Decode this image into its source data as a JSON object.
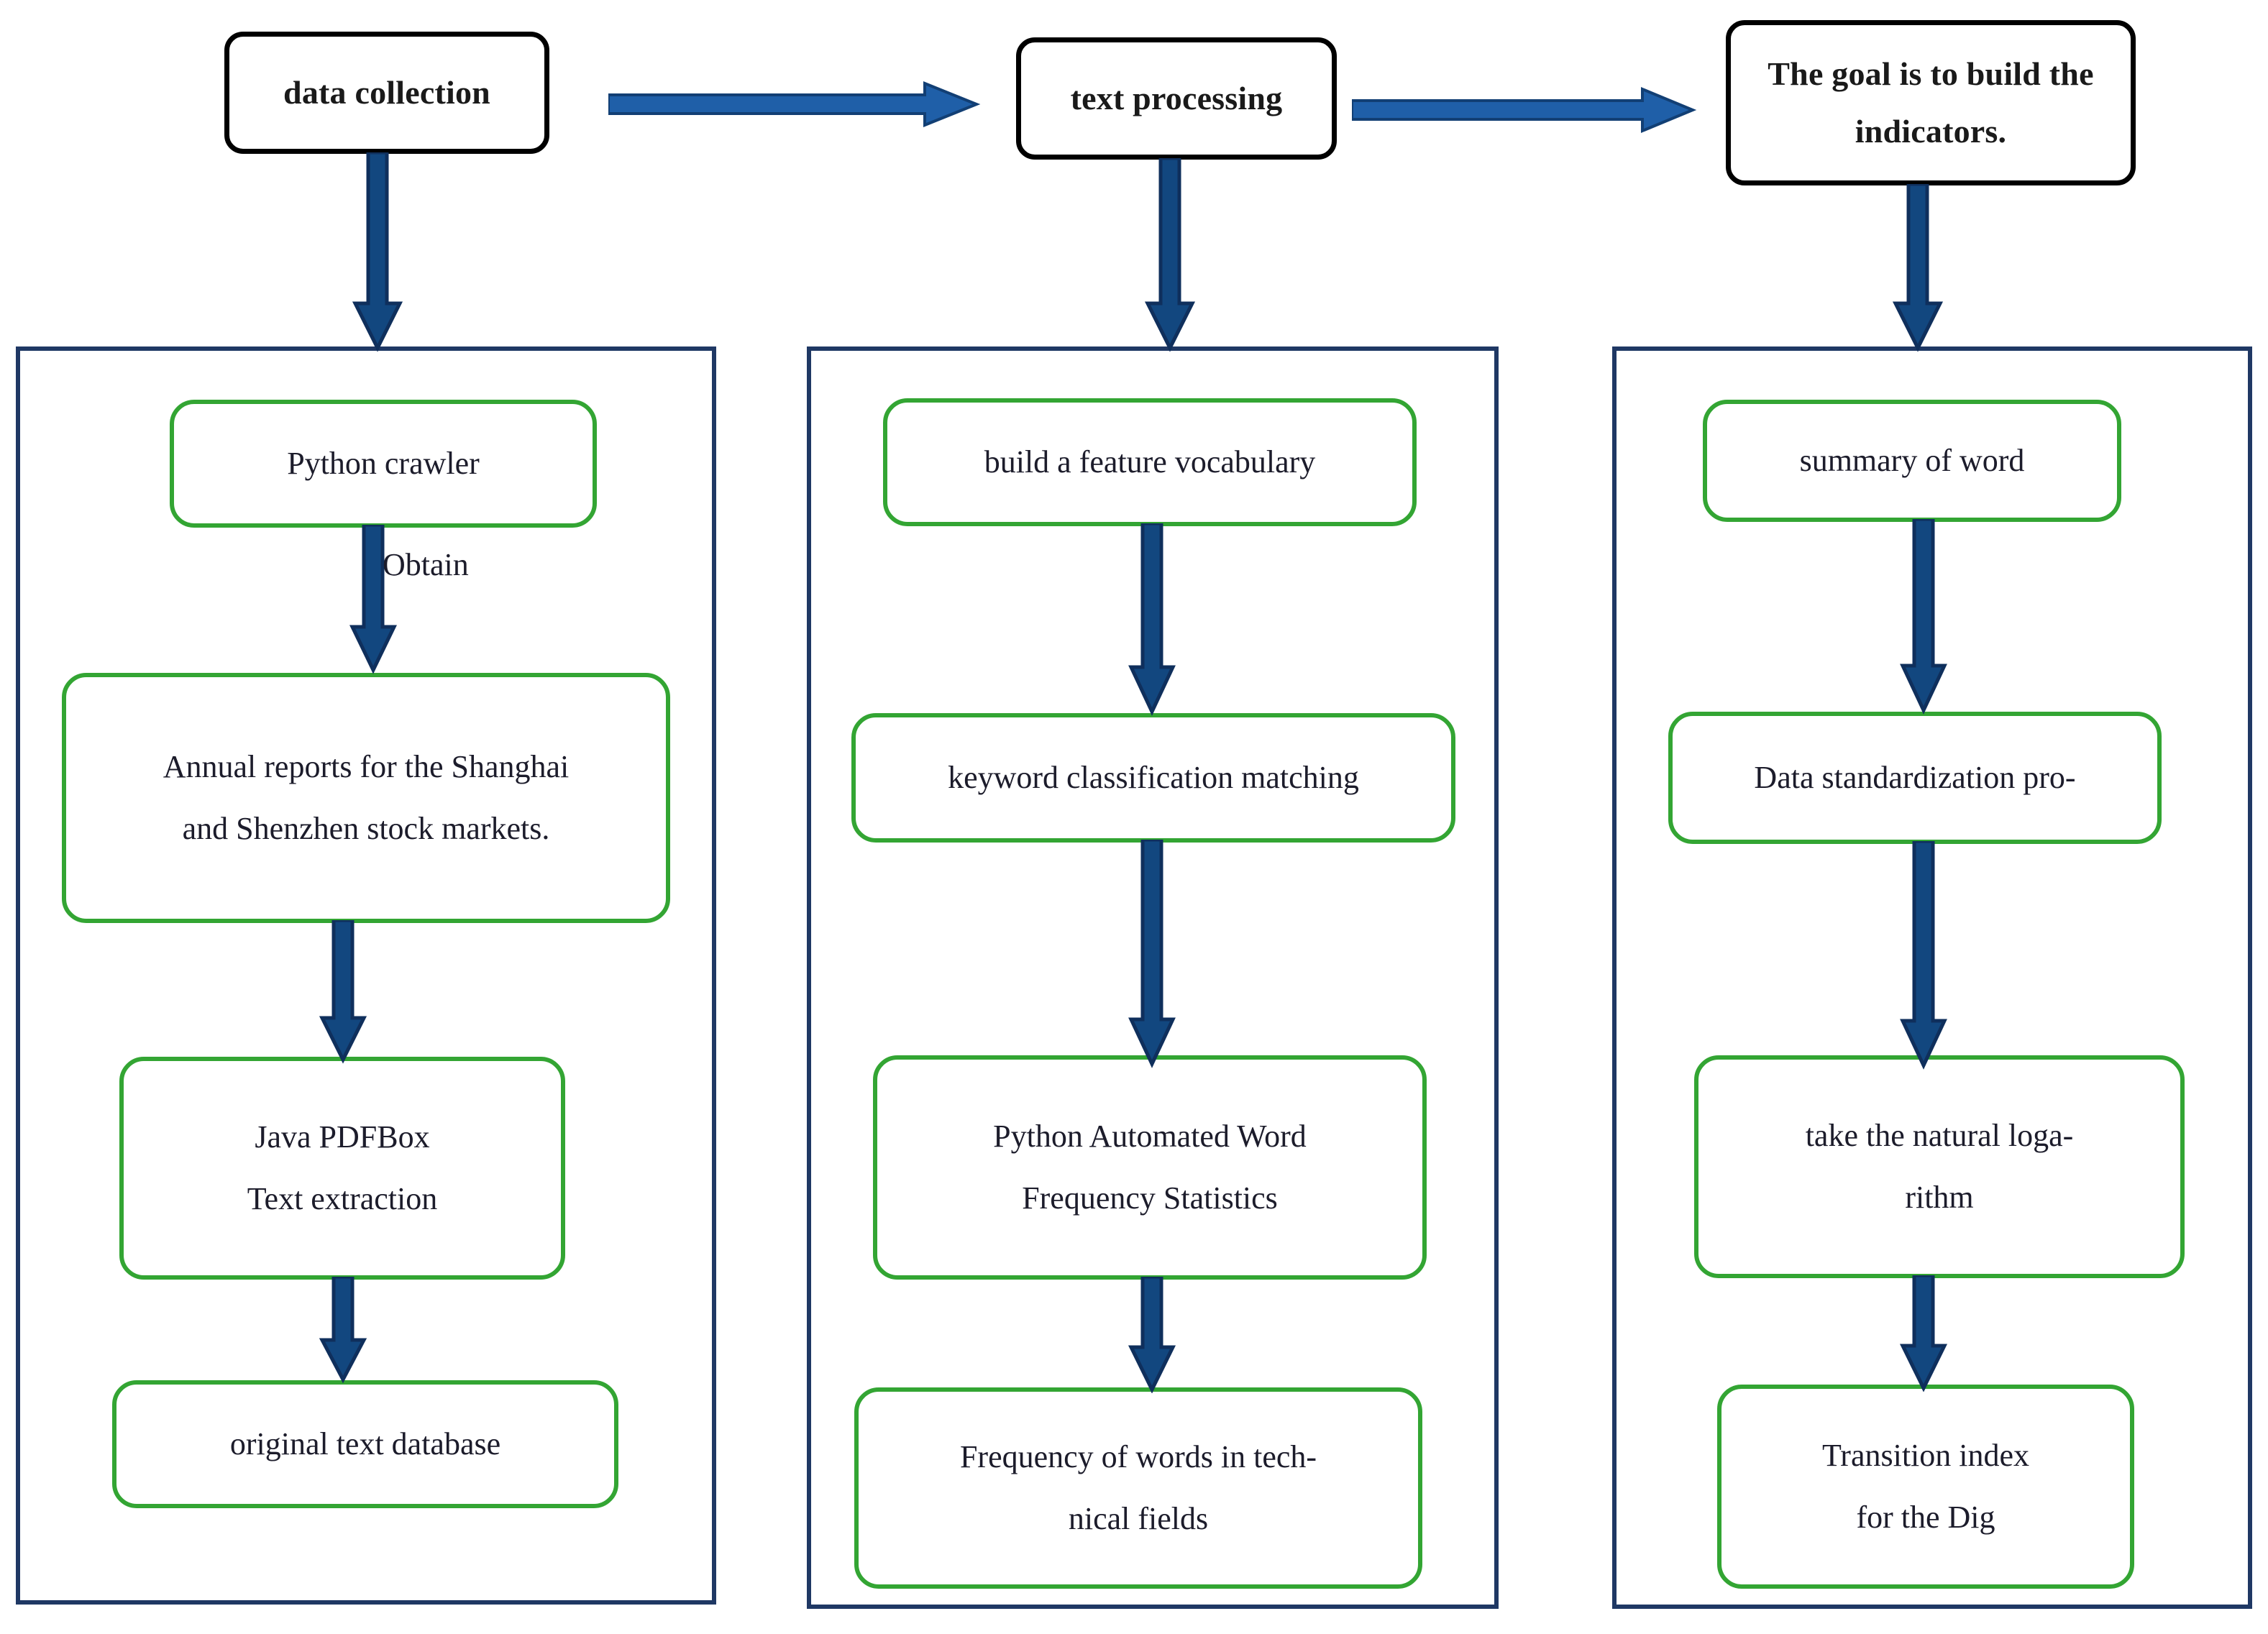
{
  "diagram": {
    "title_flow": [
      "data collection",
      "text processing",
      "The goal is to build the indicators."
    ],
    "colors": {
      "header_border": "#000000",
      "stage_border": "#1f3864",
      "process_border": "#33a533",
      "arrow_vertical": "#12477f",
      "arrow_vertical_outline": "#0f2f5c",
      "arrow_horizontal": "#1f5fa8",
      "text": "#1c1c2b",
      "background": "#ffffff"
    },
    "headers": [
      {
        "id": "data-collection",
        "lines": [
          "data collection"
        ]
      },
      {
        "id": "text-processing",
        "lines": [
          "text processing"
        ]
      },
      {
        "id": "build-indicators",
        "lines": [
          "The goal is to build the",
          "indicators."
        ]
      }
    ],
    "connectors_horizontal": [
      {
        "id": "data-collection-to-text-processing"
      },
      {
        "id": "text-processing-to-build-indicators"
      }
    ],
    "stages": [
      {
        "id": "data-collection-stage",
        "steps": [
          {
            "id": "python-crawler",
            "lines": [
              "Python crawler"
            ]
          },
          {
            "id": "annual-reports",
            "lines": [
              "Annual reports for the Shanghai",
              "and Shenzhen stock markets."
            ]
          },
          {
            "id": "java-pdfbox",
            "lines": [
              "Java PDFBox",
              "Text extraction"
            ]
          },
          {
            "id": "original-text-database",
            "lines": [
              "original text database"
            ]
          }
        ],
        "edge_labels": [
          {
            "id": "obtain-label",
            "text": "Obtain"
          }
        ]
      },
      {
        "id": "text-processing-stage",
        "steps": [
          {
            "id": "feature-vocabulary",
            "lines": [
              "build a feature vocabulary"
            ]
          },
          {
            "id": "keyword-classification",
            "lines": [
              "keyword classification matching"
            ]
          },
          {
            "id": "word-frequency-statistics",
            "lines": [
              "Python Automated Word",
              "Frequency Statistics"
            ]
          },
          {
            "id": "technical-word-frequency",
            "lines": [
              "Frequency of words in tech-",
              "nical fields"
            ]
          }
        ],
        "edge_labels": []
      },
      {
        "id": "indicator-building-stage",
        "steps": [
          {
            "id": "summary-of-word",
            "lines": [
              "summary of word"
            ]
          },
          {
            "id": "data-standardization",
            "lines": [
              "Data standardization pro-"
            ]
          },
          {
            "id": "natural-logarithm",
            "lines": [
              "take the natural loga-",
              "rithm"
            ]
          },
          {
            "id": "transition-index",
            "lines": [
              "Transition index",
              "for the Dig"
            ]
          }
        ],
        "edge_labels": []
      }
    ]
  }
}
